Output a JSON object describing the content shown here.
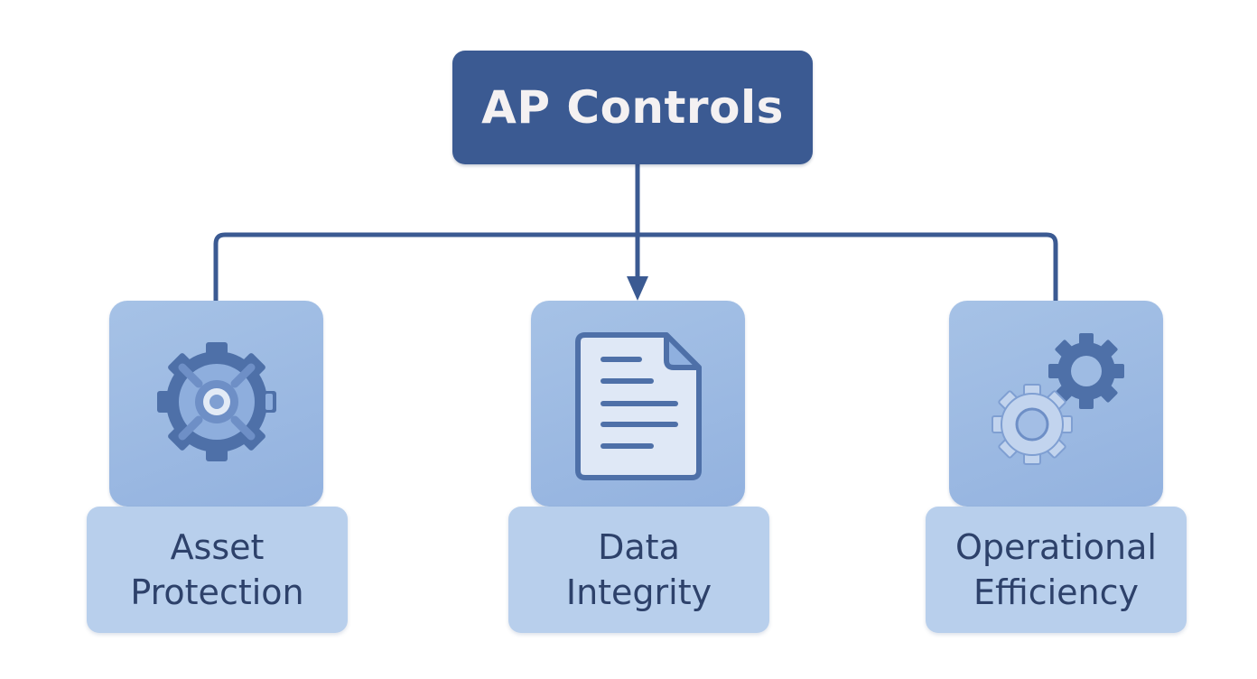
{
  "diagram": {
    "title": "AP Controls",
    "colors": {
      "root_fill": "#3b5a92",
      "connector": "#3b5a92",
      "card_fill": "#a6c2e6",
      "label_fill": "#b8cfec",
      "label_text": "#2d416a"
    },
    "branches": [
      {
        "icon": "vault-gear-icon",
        "label_line1": "Asset",
        "label_line2": "Protection"
      },
      {
        "icon": "document-icon",
        "label_line1": "Data",
        "label_line2": "Integrity"
      },
      {
        "icon": "gears-icon",
        "label_line1": "Operational",
        "label_line2": "Efficiency"
      }
    ]
  }
}
